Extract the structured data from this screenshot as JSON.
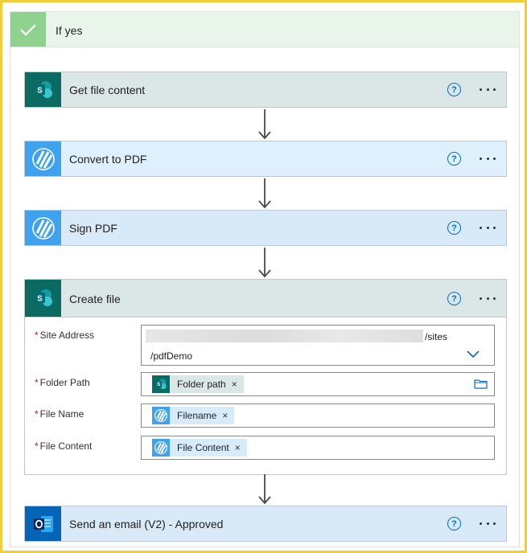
{
  "condition": {
    "label": "If yes"
  },
  "actions": [
    {
      "title": "Get file content",
      "help": "?"
    },
    {
      "title": "Convert to PDF",
      "help": "?"
    },
    {
      "title": "Sign PDF",
      "help": "?"
    },
    {
      "title": "Create file",
      "help": "?"
    },
    {
      "title": "Send an email (V2) - Approved",
      "help": "?"
    }
  ],
  "create_file": {
    "required_marker": "*",
    "site_address": {
      "label": "Site Address",
      "value_suffix": "/sites",
      "value_line2": "/pdfDemo"
    },
    "folder_path": {
      "label": "Folder Path",
      "token": "Folder path"
    },
    "file_name": {
      "label": "File Name",
      "token": "Filename"
    },
    "file_content": {
      "label": "File Content",
      "token": "File Content"
    },
    "token_remove": "×"
  },
  "colors": {
    "frame": "#f2cd37",
    "condition_bg": "#e9f5ea",
    "sharepoint": "#0b6a62",
    "pdf_service": "#3fa2ee",
    "outlook": "#0364b8",
    "link_blue": "#0f6cbd"
  },
  "icons": {
    "condition": "checkmark-icon",
    "sharepoint": "sharepoint-icon",
    "pdf": "striped-pdf-icon",
    "outlook": "outlook-icon",
    "help": "help-circle-icon",
    "more": "more-ellipsis-icon",
    "dropdown": "chevron-down-icon",
    "folder": "folder-icon"
  }
}
